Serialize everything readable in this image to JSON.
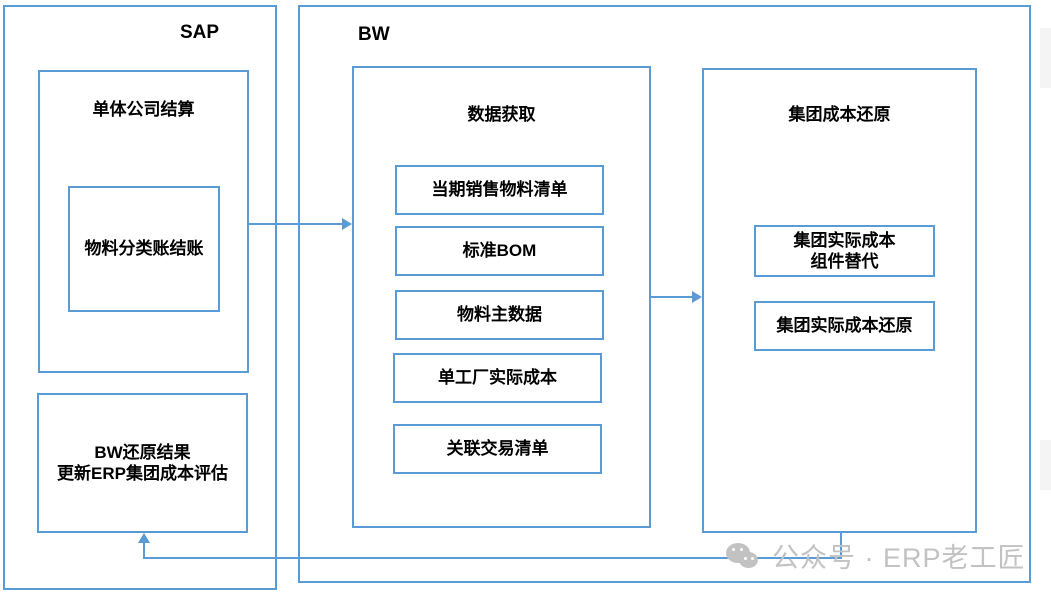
{
  "diagram": {
    "title_sap": "SAP",
    "title_bw": "BW",
    "sap": {
      "label": "SAP",
      "groups": [
        {
          "name": "settlement-group",
          "label": "单体公司结算",
          "nodes": [
            {
              "name": "material-ledger-closing",
              "label": "物料分类账结账"
            }
          ]
        }
      ],
      "standalone_nodes": [
        {
          "name": "bw-result-update-erp",
          "label": "BW还原结果\n更新ERP集团成本评估"
        }
      ]
    },
    "bw": {
      "label": "BW",
      "groups": [
        {
          "name": "data-acquisition-group",
          "label": "数据获取",
          "nodes": [
            {
              "name": "current-sales-bom-list",
              "label": "当期销售物料清单"
            },
            {
              "name": "standard-bom",
              "label": "标准BOM"
            },
            {
              "name": "material-master-data",
              "label": "物料主数据"
            },
            {
              "name": "single-plant-actual-cost",
              "label": "单工厂实际成本"
            },
            {
              "name": "related-party-transaction-list",
              "label": "关联交易清单"
            }
          ]
        },
        {
          "name": "group-cost-rollback-group",
          "label": "集团成本还原",
          "nodes": [
            {
              "name": "group-actual-cost-component-substitution",
              "label": "集团实际成本\n组件替代"
            },
            {
              "name": "group-actual-cost-rollback",
              "label": "集团实际成本还原"
            }
          ]
        }
      ]
    },
    "watermark": {
      "text": "公众号 · ERP老工匠",
      "icon": "wechat-icon"
    },
    "colors": {
      "stroke": "#5b9bd5",
      "text": "#000000",
      "background": "#ffffff",
      "watermark": "#c2c2c2"
    }
  }
}
